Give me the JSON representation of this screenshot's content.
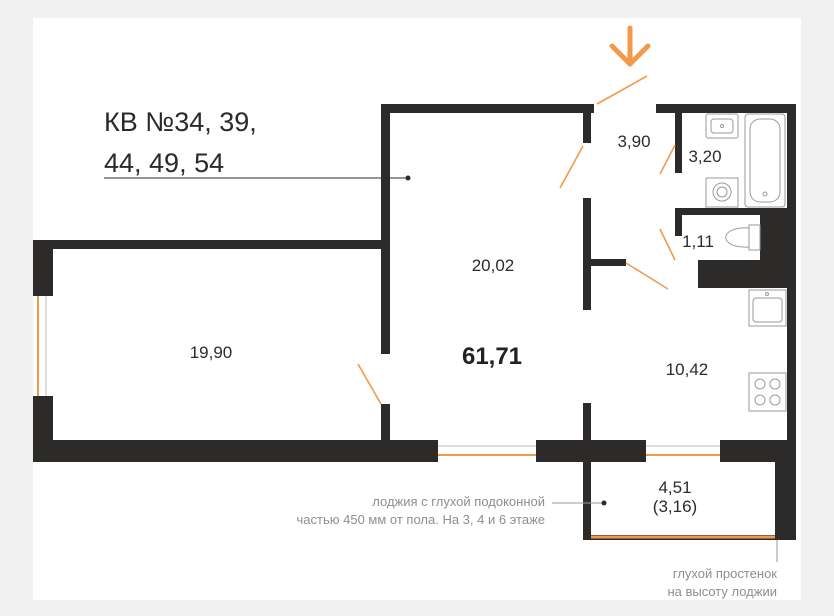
{
  "title": {
    "line1": "КВ №34, 39,",
    "line2": "44, 49, 54"
  },
  "total_area": "61,71",
  "rooms": {
    "hall": "3,90",
    "bathroom": "3,20",
    "wc": "1,11",
    "living_room": "20,02",
    "bedroom": "19,90",
    "kitchen": "10,42",
    "loggia": "4,51",
    "loggia_reduced": "(3,16)"
  },
  "notes": {
    "loggia_line1": "лоджия с глухой подоконной",
    "loggia_line2": "частью 450 мм от пола. На 3, 4 и 6 этаже",
    "wall_line1": "глухой простенок",
    "wall_line2": "на высоту лоджии"
  },
  "icons": {
    "entrance": "entrance-arrow-icon",
    "bathtub": "bathtub-icon",
    "washbasin": "washbasin-icon",
    "washing_machine": "washing-machine-icon",
    "toilet": "toilet-icon",
    "sink": "kitchen-sink-icon",
    "stove": "stove-icon"
  },
  "colors": {
    "wall": "#2d2a2a",
    "accent": "#f39a4a",
    "fixture": "#9a9a9a"
  }
}
